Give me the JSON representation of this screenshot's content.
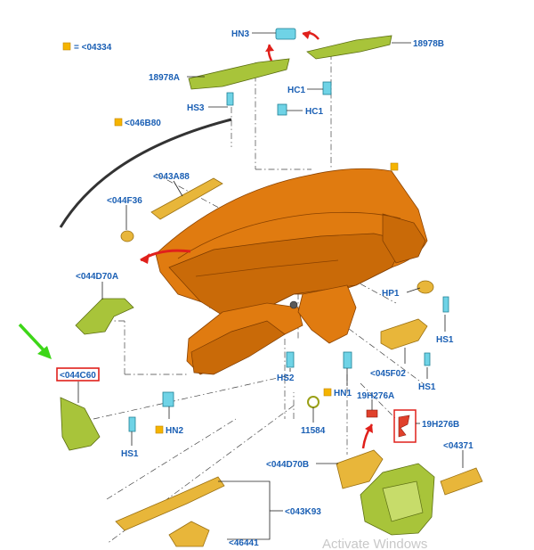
{
  "legend": {
    "marker_text": "= <04334"
  },
  "labels": {
    "hn3": "HN3",
    "p18978b": "18978B",
    "p18978a": "18978A",
    "hc1_upper": "HC1",
    "hc1_lower": "HC1",
    "hs3": "HS3",
    "p046b80": "<046B80",
    "p043a88": "<043A88",
    "p044f36": "<044F36",
    "p044d70a": "<044D70A",
    "hp1": "HP1",
    "hs1_right_upper": "HS1",
    "hs1_right_lower": "HS1",
    "p045f02": "<045F02",
    "p044c60": "<044C60",
    "hs2": "HS2",
    "hn1": "HN1",
    "p19h276a": "19H276A",
    "p19h276b": "19H276B",
    "hn2": "HN2",
    "p11584": "11584",
    "hs1_left": "HS1",
    "p044d70b": "<044D70B",
    "p04371": "<04371",
    "p043k93": "<043K93",
    "p46441": "<46441"
  },
  "watermark": "Activate Windows",
  "colors": {
    "label_blue": "#1a5fb4",
    "marker_yellow": "#f5b400",
    "callout_red": "#e0201b",
    "pointer_green": "#3dd618",
    "dashboard_orange": "#e07b10",
    "trim_green": "#a8c43a",
    "fastener_cyan": "#6fd3e6"
  },
  "icons": {
    "highlight_arrow": "green-arrow-icon",
    "motion_arrows": "red-curved-arrow-icon",
    "part_marker": "yellow-square-icon"
  }
}
